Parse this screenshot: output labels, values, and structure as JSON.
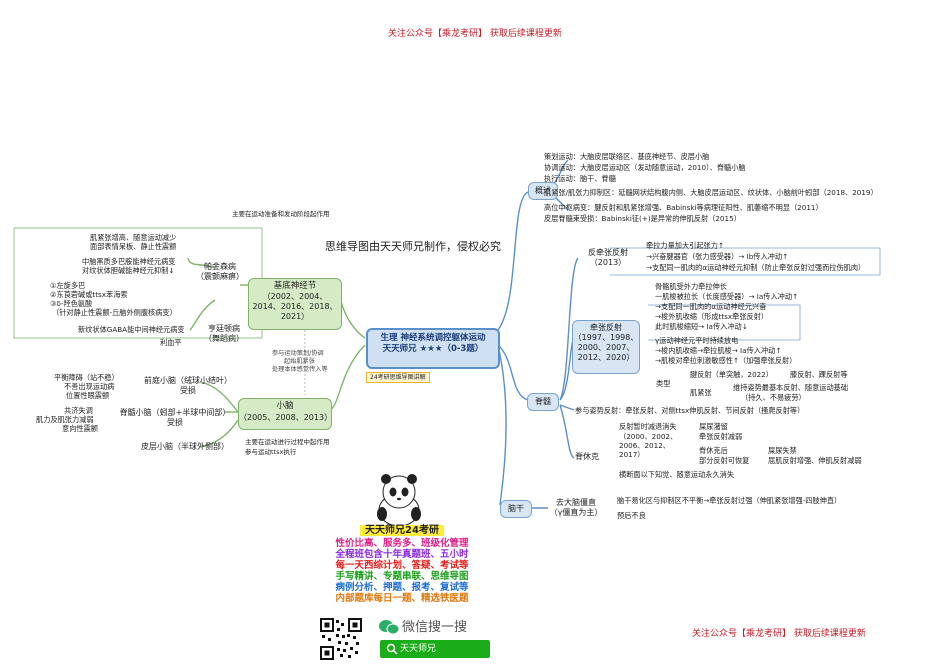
{
  "watermark_top": "关注公众号【乘龙考研】 获取后续课程更新",
  "watermark_bottom": "关注公众号【乘龙考研】 获取后续课程更新",
  "heading": "思维导图由天天师兄制作，侵权必究",
  "center": {
    "line1": "生理 神经系统调控躯体运动",
    "line2": "天天师兄 ★★★（0-3题）"
  },
  "center_tag": "24考研思维导图讲解",
  "left": {
    "note_top": "主要在运动准备和发动阶段起作用",
    "basal": {
      "title": "基底神经节",
      "years": "（2002、2004、2014、2016、2018、2021）"
    },
    "parkinson": {
      "title": "帕金森病",
      "sub": "（震颤麻痹）",
      "items": [
        "肌紧张增高、随意运动减少",
        "面部表情呆板、静止性震颤",
        "中脑黑质多巴胺能神经元病变",
        "对纹状体胆碱能神经元抑制↓",
        "①左旋多巴",
        "②东莨菪碱或ttsx苯海索",
        "③δ-羟色氨酸",
        "（针对静止性震颤-丘脑外侧腹核病变）"
      ]
    },
    "huntington": {
      "title": "亨廷顿病",
      "sub": "（舞蹈病）",
      "items": [
        "新纹状体GABA能中间神经元病变",
        "利血平"
      ]
    },
    "note_middle": [
      "参与运动策划/协调",
      "起始肌紧张",
      "处理本体感觉传入等"
    ],
    "cerebellum": {
      "title": "小脑",
      "years": "（2005、2008、2013）"
    },
    "cer_note": [
      "主要在运动进行过程中起作用",
      "参与运动ttsx执行"
    ],
    "vestibulo": {
      "title": "前庭小脑（绒球小结叶）",
      "sub": "受损",
      "items": [
        "平衡障碍（站不稳）",
        "不善出现运动病",
        "位置性眼震颤"
      ]
    },
    "spino": {
      "title": "脊髓小脑（蚓部+半球中间部）",
      "sub": "受损",
      "items": [
        "共济失调",
        "肌力及肌张力减弱",
        "意向性震颤"
      ]
    },
    "cerebro": {
      "title": "皮层小脑（半球外侧部）"
    }
  },
  "right": {
    "overview": {
      "title": "概述",
      "items": [
        "策划运动：大脑皮层联络区、基底神经节、皮层小脑",
        "协调运动：大脑皮层运动区（发动随意运动，2010）、脊髓小脑",
        "执行运动：脑干、脊髓",
        "肌紧张/肌张力抑制区：延髓网状结构腹内侧、大脑皮层运动区、纹状体、小脑前叶蚓部（2018、2019）",
        "高位中枢病变：腱反射和肌紧张增强、Babinski等病理征阳性、肌萎缩不明显（2011）",
        "皮层脊髓束受损：Babinski征(+)是异常的伸肌反射（2015）"
      ]
    },
    "spinal": {
      "title": "脊髓"
    },
    "inverse": {
      "title": "反牵张反射",
      "year": "（2013）",
      "items": [
        "牵拉力量加大引起张力↑",
        "→兴奋腱器官（张力感受器）→ Ⅰb传入冲动↑",
        "→支配同一肌肉的α运动神经元抑制（防止牵张反射过强而拉伤肌肉）"
      ]
    },
    "stretch": {
      "title": "牵张反射",
      "years": "（1997、1998、2000、2007、2012、2020）"
    },
    "stretch_a": [
      "骨骼肌受外力牵拉伸长",
      "一肌梭被拉长（长度感受器）→ Ⅰa传入冲动↑",
      "→支配同一肌肉的α运动神经元兴奋",
      "→梭外肌收缩（形成ttsx牵张反射）",
      "此时肌梭缩短→ Ⅰa传入冲动↓"
    ],
    "stretch_b": [
      "γ运动神经元平时持续放电",
      "→梭内肌收缩→牵拉肌梭→ Ⅰa传入冲动↑",
      "→肌梭对牵拉刺激敏感性↑（加强牵张反射）"
    ],
    "types_label": "类型",
    "types": [
      "腱反射（单突触，2022）",
      "肌紧张"
    ],
    "types_detail": [
      "膝反射、踝反射等",
      "维持姿势最基本反射、随意运动基础",
      "（持久、不易疲劳）"
    ],
    "posture": "参与姿势反射：牵张反射、对侧ttsx伸肌反射、节间反射（搔爬反射等）",
    "shock": {
      "title": "脊休克",
      "items": [
        "反射暂时减退消失",
        "（2000、2002、2006、2012、2017）",
        "横断面以下知觉、随意运动永久消失"
      ],
      "sub": [
        "屎尿潴留",
        "牵张反射减弱",
        "脊休克后",
        "部分反射可恢复",
        "屎尿失禁",
        "屈肌反射增强、伸肌反射减弱"
      ]
    },
    "brainstem": {
      "title": "脑干"
    },
    "decerebrate": {
      "title": "去大脑僵直",
      "sub": "（γ僵直为主）",
      "items": [
        "脑干易化区与抑制区不平衡→牵张反射过强（伸肌紧张增强-四肢伸直）",
        "预后不良"
      ]
    }
  },
  "ad": {
    "title": "天天师兄24考研",
    "lines": [
      "性价比高、服务多、班级化管理",
      "全程班包含十年真题班、五小时",
      "每一天西综计划、答疑、考试等",
      "手写精讲、专题串联、思维导图",
      "病例分析、押题、报考、复试等",
      "内部题库每日一题、精选铁医题"
    ],
    "colors": [
      "#e0218a",
      "#8a2be2",
      "#e02020",
      "#1fa01f",
      "#1f6fd0",
      "#e07a10"
    ],
    "wechat": "微信搜一搜",
    "search": "天天师兄"
  }
}
